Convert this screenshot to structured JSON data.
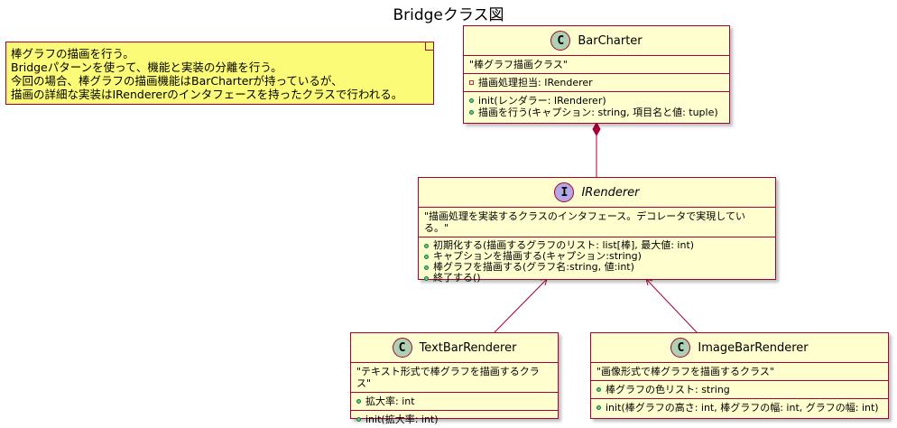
{
  "title": "Bridgeクラス図",
  "note": {
    "lines": [
      "棒グラフの描画を行う。",
      "Bridgeパターンを使って、機能と実装の分離を行う。",
      "今回の場合、棒グラフの描画機能はBarCharterが持っているが、",
      "描画の詳細な実装はIRendererのインタフェースを持ったクラスで行われる。"
    ]
  },
  "classes": {
    "barcharter": {
      "stereotype": "C",
      "name": "BarCharter",
      "description": "\"棒グラフ描画クラス\"",
      "fields": [
        "描画処理担当: IRenderer"
      ],
      "methods": [
        "init(レンダラー: IRenderer)",
        "描画を行う(キャプション: string, 項目名と値: tuple)"
      ]
    },
    "irenderer": {
      "stereotype": "I",
      "name": "IRenderer",
      "description": "\"描画処理を実装するクラスのインタフェース。デコレータで実現している。\"",
      "methods": [
        "初期化する(描画するグラフのリスト: list[棒], 最大値: int)",
        "キャプションを描画する(キャプション:string)",
        "棒グラフを描画する(グラフ名:string, 値:int)",
        "終了する()"
      ]
    },
    "textbarrenderer": {
      "stereotype": "C",
      "name": "TextBarRenderer",
      "description": "\"テキスト形式で棒グラフを描画するクラス\"",
      "fields": [
        "拡大率: int"
      ],
      "methods": [
        "init(拡大率: int)"
      ]
    },
    "imagebarrenderer": {
      "stereotype": "C",
      "name": "ImageBarRenderer",
      "description": "\"画像形式で棒グラフを描画するクラス\"",
      "fields": [
        "棒グラフの色リスト: string"
      ],
      "methods": [
        "init(棒グラフの高さ: int, 棒グラフの幅: int, グラフの幅: int)"
      ]
    }
  },
  "colors": {
    "border": "#a80036",
    "class_fill": "#fefece",
    "note_fill": "#fbfb77",
    "class_badge": "#add1b2",
    "interface_badge": "#b4a7e5"
  }
}
